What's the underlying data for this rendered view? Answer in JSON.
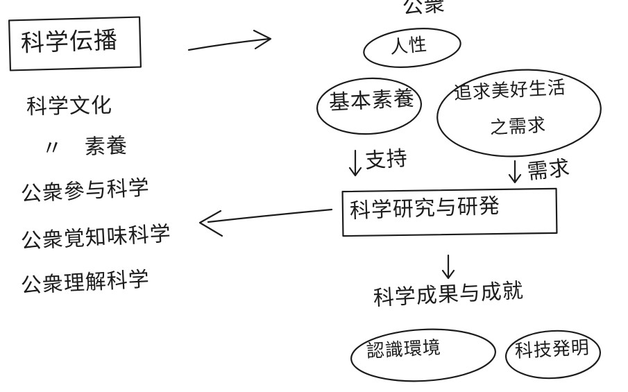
{
  "left_box": {
    "title": "科学伝播"
  },
  "left_list": {
    "items": [
      "科学文化",
      "〃　素養",
      "公衆參与科学",
      "公衆覚知味科学",
      "公衆理解科学"
    ]
  },
  "top_label": "公衆",
  "nodes": {
    "human": "人性",
    "basic": "基本素養",
    "pursuit_line1": "追求美好生活",
    "pursuit_line2": "之需求",
    "support": "支持",
    "need": "需求",
    "research": "科学研究与研発",
    "results": "科学成果与成就",
    "env": "認識環境",
    "tech": "科技発明"
  }
}
